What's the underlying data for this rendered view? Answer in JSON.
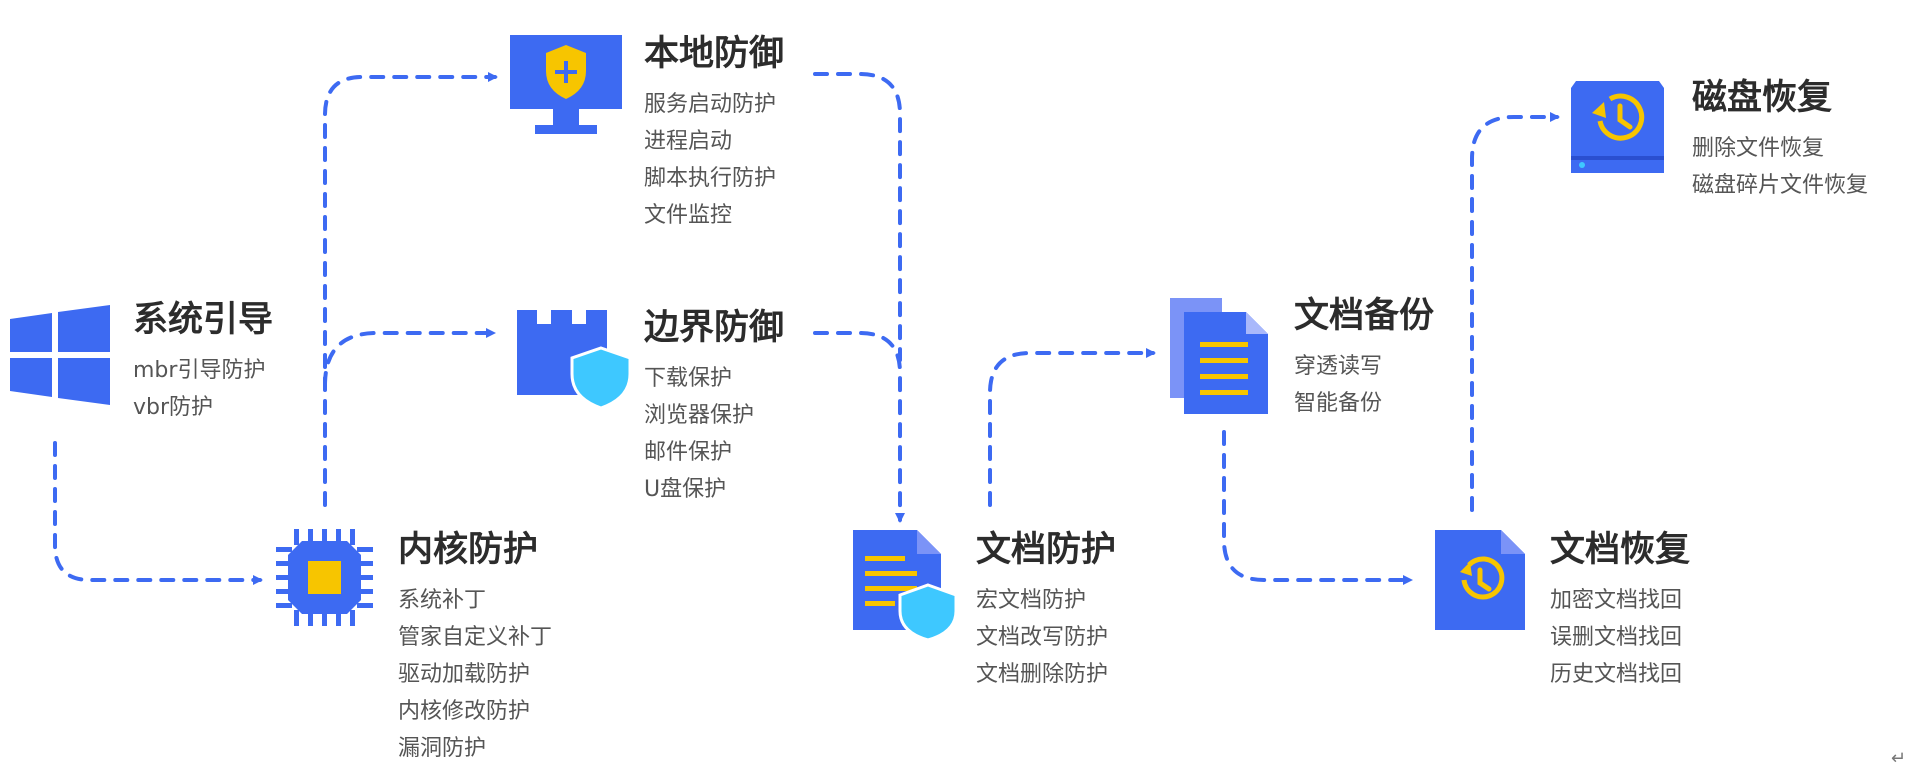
{
  "colors": {
    "blue": "#3d6af2",
    "blue_light": "#7b93f7",
    "yellow": "#f7c500",
    "cyan": "#3ec8ff",
    "title": "#2c2c2c",
    "text": "#555555"
  },
  "nodes": {
    "system_boot": {
      "icon": "windows-logo-icon",
      "title": "系统引导",
      "items": [
        "mbr引导防护",
        "vbr防护"
      ]
    },
    "kernel": {
      "icon": "chip-icon",
      "title": "内核防护",
      "items": [
        "系统补丁",
        "管家自定义补丁",
        "驱动加载防护",
        "内核修改防护",
        "漏洞防护"
      ]
    },
    "local_defense": {
      "icon": "monitor-shield-icon",
      "title": "本地防御",
      "items": [
        "服务启动防护",
        "进程启动",
        "脚本执行防护",
        "文件监控"
      ]
    },
    "border_defense": {
      "icon": "castle-shield-icon",
      "title": "边界防御",
      "items": [
        "下载保护",
        "浏览器保护",
        "邮件保护",
        "U盘保护"
      ]
    },
    "doc_protect": {
      "icon": "document-shield-icon",
      "title": "文档防护",
      "items": [
        "宏文档防护",
        "文档改写防护",
        "文档删除防护"
      ]
    },
    "doc_backup": {
      "icon": "document-stack-icon",
      "title": "文档备份",
      "items": [
        "穿透读写",
        "智能备份"
      ]
    },
    "doc_recover": {
      "icon": "document-restore-icon",
      "title": "文档恢复",
      "items": [
        "加密文档找回",
        "误删文档找回",
        "历史文档找回"
      ]
    },
    "disk_recover": {
      "icon": "disk-restore-icon",
      "title": "磁盘恢复",
      "items": [
        "删除文件恢复",
        "磁盘碎片文件恢复"
      ]
    }
  },
  "corner_mark": "↵"
}
